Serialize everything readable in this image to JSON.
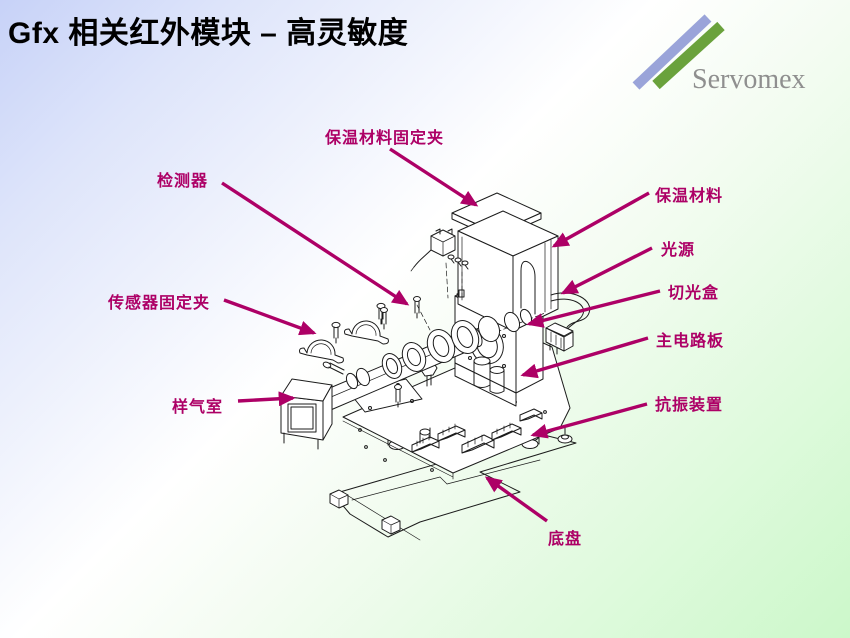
{
  "slide": {
    "title": "Gfx 相关红外模块 – 高灵敏度",
    "background_colors": {
      "top_left_blue": "#c8d2f7",
      "middle_white": "#ffffff",
      "bottom_right_green": "#ccf8ca"
    }
  },
  "logo": {
    "text": "Servomex",
    "text_color": "#8f8f8f",
    "slash_blue_color": "#9aa4d9",
    "slash_green_color": "#6aa23c"
  },
  "diagram": {
    "accent_color": "#ad0066",
    "line_color": "#1c1c1c",
    "labels": [
      {
        "id": "insulation-clip",
        "text": "保温材料固定夹"
      },
      {
        "id": "detector",
        "text": "检测器"
      },
      {
        "id": "insulation",
        "text": "保温材料"
      },
      {
        "id": "light-source",
        "text": "光源"
      },
      {
        "id": "chopper-box",
        "text": "切光盒"
      },
      {
        "id": "sensor-clip",
        "text": "传感器固定夹"
      },
      {
        "id": "sample-cell",
        "text": "样气室"
      },
      {
        "id": "main-pcb",
        "text": "主电路板"
      },
      {
        "id": "anti-vibration",
        "text": "抗振装置"
      },
      {
        "id": "chassis",
        "text": "底盘"
      }
    ]
  }
}
